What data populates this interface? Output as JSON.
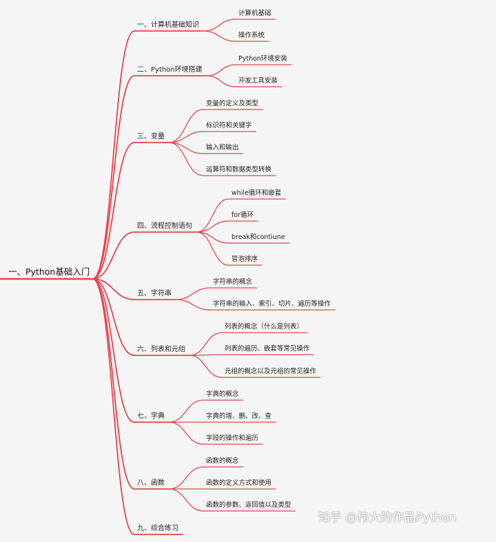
{
  "mindmap": {
    "root": "一、Python基础入门",
    "branches": [
      {
        "label": "一、计算机基础知识",
        "children": [
          "计算机基础",
          "操作系统"
        ]
      },
      {
        "label": "二、Python环境搭建",
        "children": [
          "Python环境安装",
          "开发工具安装"
        ]
      },
      {
        "label": "三、变量",
        "children": [
          "变量的定义及类型",
          "标识符和关键字",
          "输入和输出",
          "运算符和数据类型转换"
        ]
      },
      {
        "label": "四、流程控制语句",
        "children": [
          "while循环和嵌套",
          "for循环",
          "break和contiune",
          "冒泡排序"
        ]
      },
      {
        "label": "五、字符串",
        "children": [
          "字符串的概念",
          "字符串的输入、索引、切片、遍历等操作"
        ]
      },
      {
        "label": "六、列表和元组",
        "children": [
          "列表的概念（什么是列表）",
          "列表的遍历、嵌套等常见操作",
          "元组的概念以及元组的常见操作"
        ]
      },
      {
        "label": "七、字典",
        "children": [
          "字典的概念",
          "字典的增、删、改、查",
          "字段的操作和遍历"
        ]
      },
      {
        "label": "八、函数",
        "children": [
          "函数的概念",
          "函数的定义方式和使用",
          "函数的参数、返回值以及类型"
        ]
      },
      {
        "label": "九、综合练习",
        "children": []
      }
    ]
  },
  "colors": {
    "line": "#e8434a",
    "text": "#222222",
    "background": "#f5f5f5"
  },
  "watermark": "知乎 @伟大的作品Python"
}
